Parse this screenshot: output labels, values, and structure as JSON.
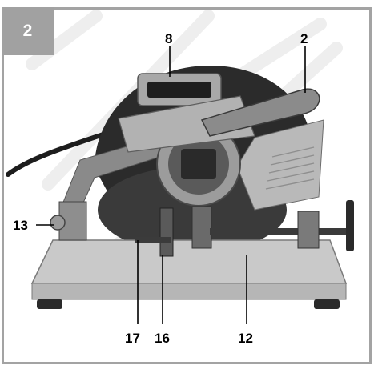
{
  "figure_number": "2",
  "callouts": {
    "c8": "8",
    "c2": "2",
    "c13": "13",
    "c17": "17",
    "c16": "16",
    "c12": "12"
  },
  "colors": {
    "frame": "#a3a3a3",
    "badge": "#a1a1a1",
    "badge_text": "#ffffff",
    "label_text": "#000000"
  }
}
